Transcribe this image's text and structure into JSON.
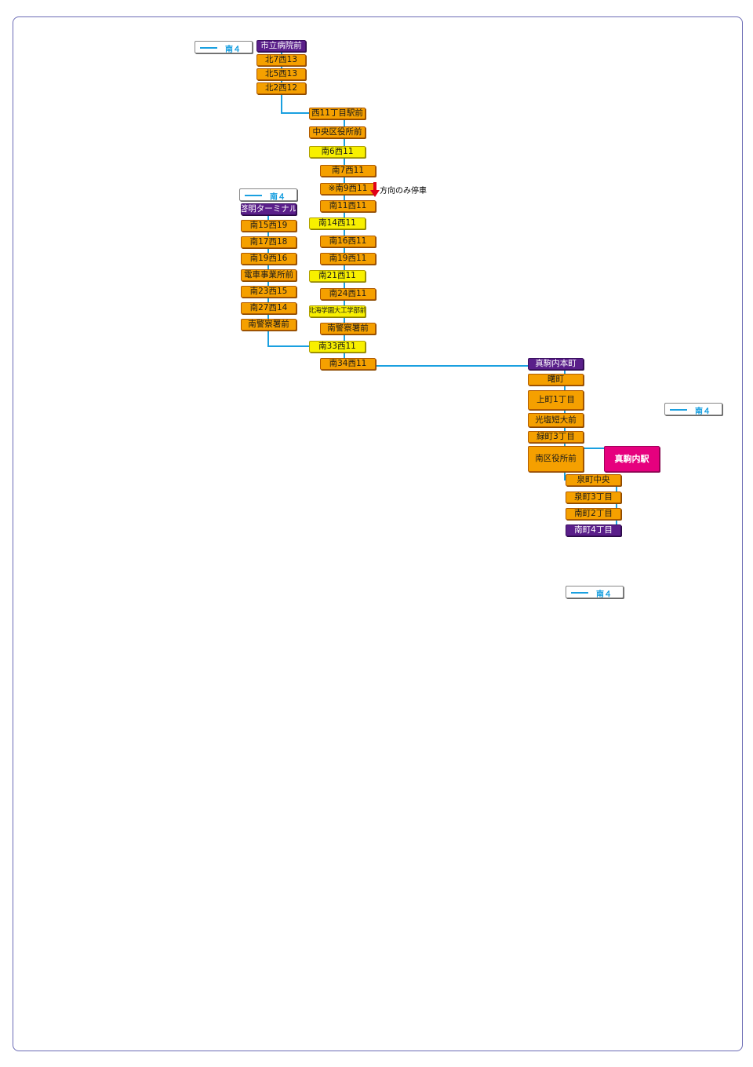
{
  "route_legends": [
    {
      "label": "南４"
    },
    {
      "label": "南４"
    },
    {
      "label": "南４"
    },
    {
      "label": "南４"
    }
  ],
  "stops": {
    "s01": "市立病院前",
    "s02": "北7西13",
    "s03": "北5西13",
    "s04": "北2西12",
    "s05": "西11丁目駅前",
    "s06": "中央区役所前",
    "s07": "南6西11",
    "s08": "南7西11",
    "s09": "※南9西11",
    "s10": "南11西11",
    "s11": "南14西11",
    "s12": "南16西11",
    "s13": "南19西11",
    "s14": "南21西11",
    "s15": "南24西11",
    "s16": "北海学園大工学部前",
    "s17": "南警察署前",
    "s18": "南33西11",
    "s19": "南34西11",
    "b01": "啓明ターミナル",
    "b02": "南15西19",
    "b03": "南17西18",
    "b04": "南19西16",
    "b05": "電車事業所前",
    "b06": "南23西15",
    "b07": "南27西14",
    "b08": "南警察署前",
    "c01": "真駒内本町",
    "c02": "曙町",
    "c03": "上町1丁目",
    "c04": "光塩短大前",
    "c05": "緑町3丁目",
    "c06": "南区役所前",
    "c07": "真駒内駅",
    "c08": "泉町中央",
    "c09": "泉町3丁目",
    "c10": "南町2丁目",
    "c11": "南町4丁目"
  },
  "note": {
    "text": "方向のみ停車"
  },
  "colors": {
    "line": "#1aa0e0",
    "orange_stop": "#f5a000",
    "yellow_stop": "#f8f000",
    "terminal_stop": "#5a1f8a",
    "station": "#e6007e",
    "arrow": "#e0001a",
    "frame": "#6b6bb5"
  }
}
